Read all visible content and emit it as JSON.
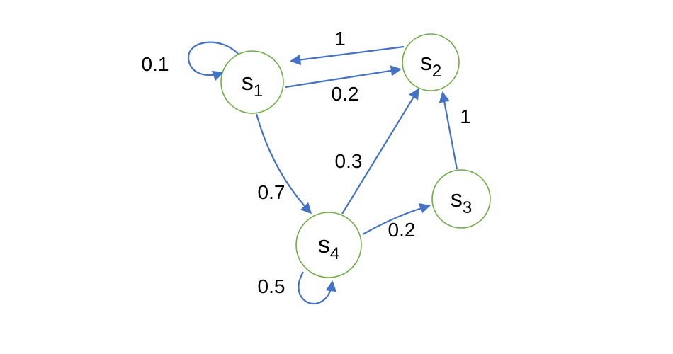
{
  "diagram": {
    "type": "state-transition-diagram",
    "colors": {
      "state_stroke": "#70AD47",
      "arrow": "#4472C4",
      "label_text": "#000000",
      "background": "#FFFFFF"
    },
    "states": [
      {
        "id": "s1",
        "base": "s",
        "sub": "1"
      },
      {
        "id": "s2",
        "base": "s",
        "sub": "2"
      },
      {
        "id": "s3",
        "base": "s",
        "sub": "3"
      },
      {
        "id": "s4",
        "base": "s",
        "sub": "4"
      }
    ],
    "transitions": [
      {
        "from": "s1",
        "to": "s1",
        "probability": "0.1"
      },
      {
        "from": "s2",
        "to": "s1",
        "probability": "1"
      },
      {
        "from": "s1",
        "to": "s2",
        "probability": "0.2"
      },
      {
        "from": "s1",
        "to": "s4",
        "probability": "0.7"
      },
      {
        "from": "s4",
        "to": "s2",
        "probability": "0.3"
      },
      {
        "from": "s3",
        "to": "s2",
        "probability": "1"
      },
      {
        "from": "s4",
        "to": "s3",
        "probability": "0.2"
      },
      {
        "from": "s4",
        "to": "s4",
        "probability": "0.5"
      }
    ]
  }
}
